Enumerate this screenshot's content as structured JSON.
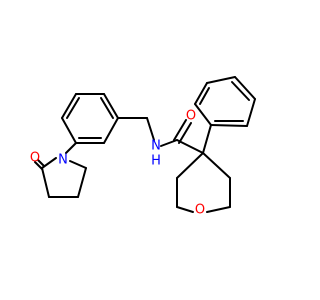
{
  "molecule": {
    "atoms": {
      "o_carbonyl_lactam": "O",
      "n_lactam": "N",
      "n_amide": "N",
      "h_amide": "H",
      "o_carbonyl_amide": "O",
      "o_ring": "O"
    }
  },
  "colors": {
    "bond": "#000000",
    "oxygen": "#ff0000",
    "nitrogen": "#0000ff"
  }
}
